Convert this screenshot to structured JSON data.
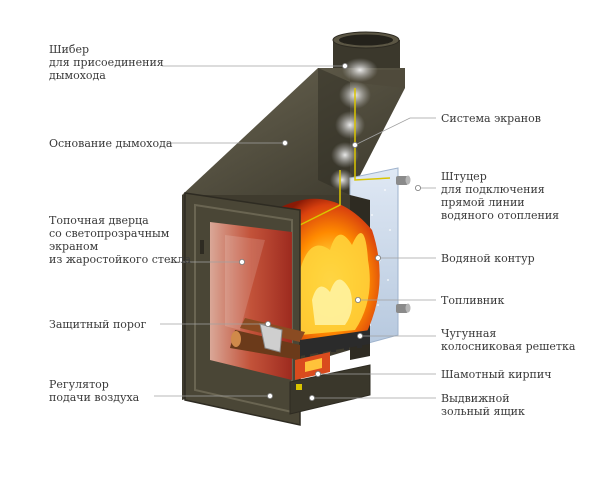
{
  "callouts": {
    "shiber": [
      "Шибер",
      "для присоединения",
      "дымохода"
    ],
    "osnovanie": [
      "Основание дымохода"
    ],
    "dverca": [
      "Топочная дверца",
      "со светопрозрачным",
      "экраном",
      "из жаростойкого стекла"
    ],
    "porog": [
      "Защитный порог"
    ],
    "regulyator": [
      "Регулятор",
      "подачи воздуха"
    ],
    "ekrany": [
      "Система экранов"
    ],
    "shtucer": [
      "Штуцер",
      "для подключения",
      "прямой линии",
      "водяного отопления"
    ],
    "kontur": [
      "Водяной контур"
    ],
    "toplivnik": [
      "Топливник"
    ],
    "reshetka": [
      "Чугунная",
      "колосниковая решетка"
    ],
    "kirpich": [
      "Шамотный кирпич"
    ],
    "yashik": [
      "Выдвижной",
      "зольный ящик"
    ]
  },
  "colors": {
    "body": "#4a4636",
    "body_dark": "#2e2b22",
    "body_light": "#6a6552",
    "water_jacket": "#c9d8ea",
    "fire_core": "#ffd23a",
    "fire_mid": "#ff8a00",
    "fire_outer": "#c4260a",
    "leader_line": "#9a9a9a",
    "accent_line": "#d9c400"
  }
}
